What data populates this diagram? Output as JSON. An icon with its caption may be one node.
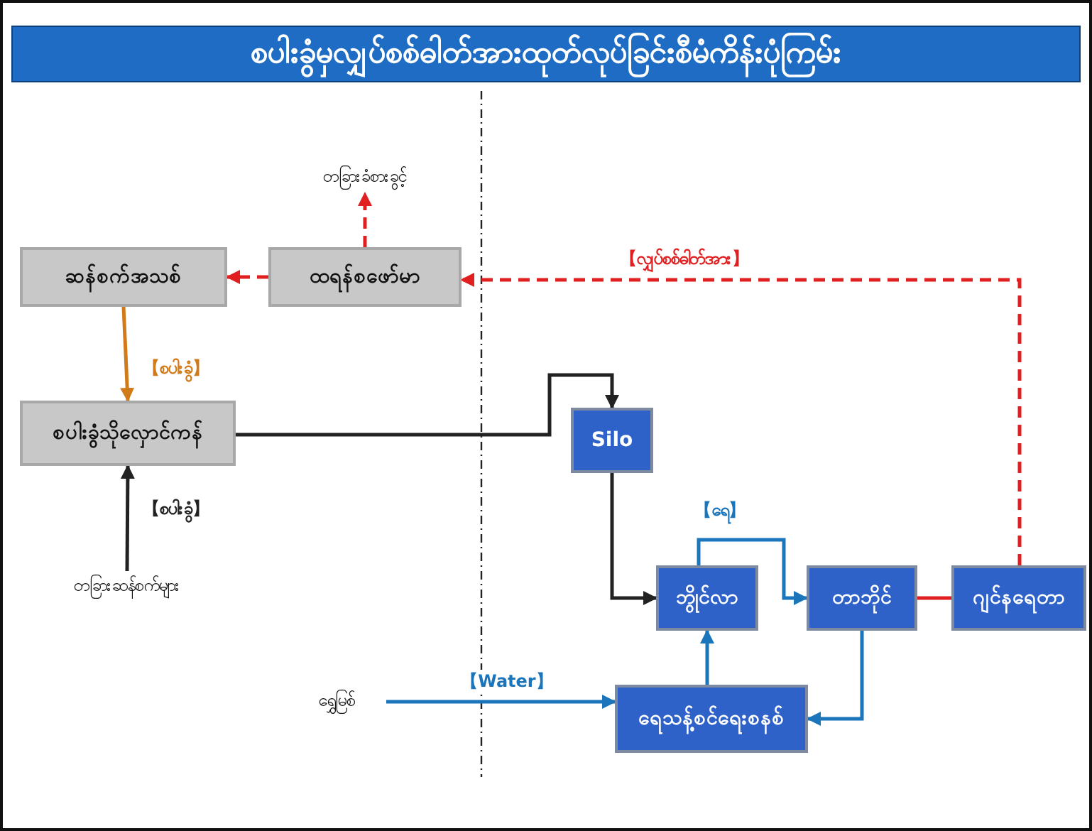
{
  "diagram": {
    "title": "စပါးခွံမှလျှပ်စစ်ဓါတ်အားထုတ်လုပ်ခြင်းစီမံကိန်းပုံကြမ်း",
    "nodes": [
      {
        "text": [
          "ဆန်စက်အသစ်"
        ]
      },
      {
        "text": [
          "ထရန်စဖော်မာ"
        ]
      },
      {
        "text": [
          "တခြားခံစားခွင့်"
        ]
      },
      {
        "text": [
          "စပါးခွံသိုလှောင်ကန်"
        ]
      },
      {
        "text": [
          "တခြားဆန်စက်များ"
        ]
      },
      {
        "text": [
          "Silo"
        ]
      },
      {
        "text": [
          "ဘွိုင်လာ"
        ]
      },
      {
        "text": [
          "တာဘိုင်"
        ]
      },
      {
        "text": [
          "ဂျင်နရေတာ"
        ]
      },
      {
        "text": [
          "ရေသန့်စင်ရေးစနစ်"
        ]
      },
      {
        "text": [
          "ရွှေမြစ်"
        ]
      }
    ],
    "edges": [
      {
        "from": 1,
        "to": 0,
        "arrow": "to",
        "style": "dashed",
        "color": "#e02020"
      },
      {
        "from": 1,
        "to": 2,
        "arrow": "to",
        "style": "dashed",
        "color": "#e02020"
      },
      {
        "from": 8,
        "to": 1,
        "arrow": "to",
        "style": "dashed",
        "color": "#e02020",
        "label": "【လျှပ်စစ်ဓါတ်အား】"
      },
      {
        "from": 0,
        "to": 3,
        "arrow": "to",
        "color": "#d07a1a",
        "label": "【စပါးခွံ】"
      },
      {
        "from": 4,
        "to": 3,
        "arrow": "to",
        "color": "#222222",
        "label": "【စပါးခွံ】"
      },
      {
        "from": 3,
        "to": 5,
        "arrow": "to",
        "color": "#222222"
      },
      {
        "from": 5,
        "to": 6,
        "arrow": "to",
        "color": "#222222"
      },
      {
        "from": 6,
        "to": 7,
        "arrow": "to",
        "color": "#1b75bb",
        "label": "【ရေ】"
      },
      {
        "from": 7,
        "to": 8,
        "arrow": "none",
        "color": "#e02020"
      },
      {
        "from": 7,
        "to": 9,
        "arrow": "to",
        "color": "#1b75bb"
      },
      {
        "from": 9,
        "to": 6,
        "arrow": "to",
        "color": "#1b75bb"
      },
      {
        "from": 10,
        "to": 9,
        "arrow": "to",
        "color": "#1b75bb",
        "label": "【Water】"
      }
    ]
  }
}
